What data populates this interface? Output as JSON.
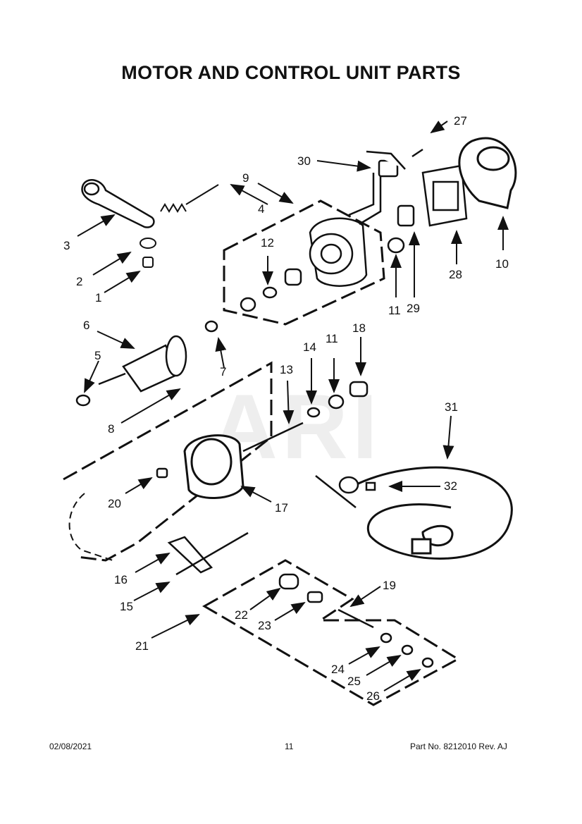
{
  "page": {
    "title": "MOTOR AND CONTROL UNIT PARTS",
    "watermark": "ARI",
    "footer": {
      "date": "02/08/2021",
      "page_number": "11",
      "part_no": "Part No.  8212010  Rev.  AJ"
    }
  },
  "callouts": [
    "1",
    "2",
    "3",
    "4",
    "5",
    "6",
    "7",
    "8",
    "9",
    "10",
    "11",
    "11",
    "12",
    "13",
    "14",
    "16",
    "15",
    "17",
    "18",
    "19",
    "20",
    "21",
    "22",
    "23",
    "24",
    "25",
    "26",
    "27",
    "28",
    "29",
    "30",
    "31",
    "32"
  ],
  "colors": {
    "ink": "#111111",
    "watermark": "#eeeeee"
  }
}
